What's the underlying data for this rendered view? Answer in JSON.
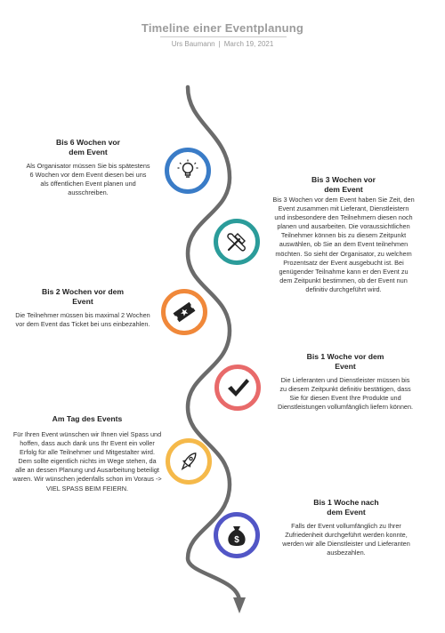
{
  "header": {
    "title": "Timeline einer Eventplanung",
    "author": "Urs Baumann",
    "separator": "|",
    "date": "March 19, 2021"
  },
  "colors": {
    "road": "#6b6b6b",
    "blue": "#3a7cc7",
    "teal": "#2b9c9a",
    "orange": "#f0883a",
    "red": "#e86a6a",
    "yellow": "#f5b94a",
    "indigo": "#5256c6"
  },
  "milestones": [
    {
      "heading_1": "Bis 6 Wochen vor",
      "heading_2": "dem Event",
      "body": "Als Organisator müssen Sie bis spätestens 6 Wochen vor dem Event diesen bei uns als öffentlichen Event planen und ausschreiben.",
      "icon": "lightbulb-icon",
      "color": "#3a7cc7"
    },
    {
      "heading_1": "Bis 3 Wochen vor",
      "heading_2": "dem Event",
      "body": "Bis 3 Wochen vor dem Event haben Sie Zeit, den Event zusammen mit Lieferant, Dienstleistern und insbesondere den Teilnehmern diesen noch planen und ausarbeiten. Die voraussichtlichen Teilnehmer können bis zu diesem Zeitpunkt auswählen, ob Sie an dem Event teilnehmen möchten. So sieht der Organisator, zu welchem Prozentsatz der Event ausgebucht ist. Bei genügender Teilnahme kann er den Event zu dem Zeitpunkt bestimmen, ob der Event nun definitiv durchgeführt wird.",
      "icon": "tools-icon",
      "color": "#2b9c9a"
    },
    {
      "heading_1": "Bis 2 Wochen vor dem",
      "heading_2": "Event",
      "body": "Die Teilnehmer müssen bis maximal 2 Wochen vor dem Event das Ticket bei uns einbezahlen.",
      "icon": "ticket-icon",
      "color": "#f0883a"
    },
    {
      "heading_1": "Bis 1 Woche vor dem",
      "heading_2": "Event",
      "body": "Die Lieferanten und Dienstleister müssen bis zu diesem Zeitpunkt definitiv bestätigen, dass Sie für diesen Event Ihre Produkte und Dienstleistungen vollumfänglich liefern können.",
      "icon": "checkmark-icon",
      "color": "#e86a6a"
    },
    {
      "heading_1": "Am Tag des Events",
      "heading_2": "",
      "body": "Für Ihren Event wünschen wir Ihnen viel Spass und hoffen, dass auch dank uns Ihr Event ein voller Erfolg für alle Teilnehmer und Mitgestalter wird. Dem sollte eigentlich nichts im Wege stehen, da alle an dessen Planung und Ausarbeitung beteiligt waren. Wir wünschen jedenfalls schon im Voraus -> VIEL SPASS BEIM FEIERN.",
      "icon": "rocket-icon",
      "color": "#f5b94a"
    },
    {
      "heading_1": "Bis 1 Woche nach",
      "heading_2": "dem Event",
      "body": "Falls der Event vollumfänglich zu Ihrer Zufriedenheit durchgeführt werden konnte, werden wir alle Dienstleister und Lieferanten ausbezahlen.",
      "icon": "money-bag-icon",
      "color": "#5256c6"
    }
  ]
}
